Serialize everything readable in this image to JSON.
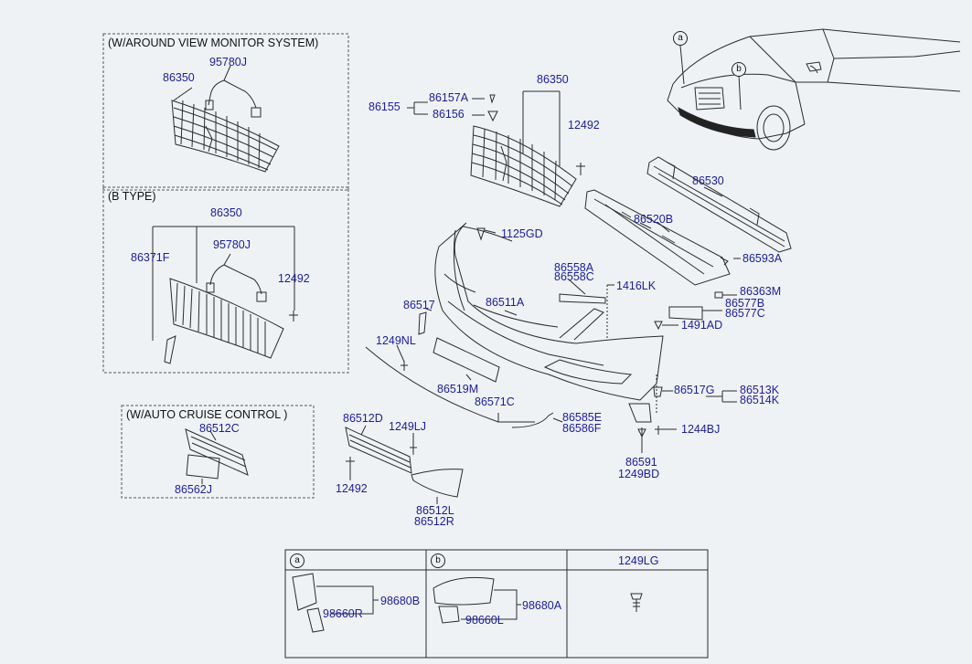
{
  "colors": {
    "label": "#1c1c9c",
    "line": "#2b2b2b",
    "background": "#eef2f5",
    "box_border": "#555555"
  },
  "boxes": {
    "avm_title": "(W/AROUND VIEW MONITOR SYSTEM)",
    "btype_title": "(B TYPE)",
    "cruise_title": "(W/AUTO CRUISE CONTROL )"
  },
  "callouts": {
    "a": "a",
    "b": "b"
  },
  "labels": {
    "avm_grille": "86350",
    "avm_wiring": "95780J",
    "bt_grille": "86350",
    "bt_moulding": "86371F",
    "bt_wiring": "95780J",
    "bt_screw": "12492",
    "emb_group": "86155",
    "emb_a": "86157A",
    "emb_b": "86156",
    "main_grille": "86350",
    "main_screw": "12492",
    "reinf": "86530",
    "absorber": "86520B",
    "bolt_gd": "1125GD",
    "bracket_a": "86558A",
    "bracket_c": "86558C",
    "clip_lk": "1416LK",
    "cover": "86511A",
    "stay_left": "86517",
    "bolt_593a": "86593A",
    "bolt_363m": "86363M",
    "brk_b": "86577B",
    "brk_c": "86577C",
    "nut_ad": "1491AD",
    "screw_nl": "1249NL",
    "lip": "86519M",
    "strip": "86571C",
    "mould_e": "86585E",
    "mould_f": "86586F",
    "stay_g": "86517G",
    "k513": "86513K",
    "k514": "86514K",
    "screw_bj": "1244BJ",
    "n591": "86591",
    "n1249bd": "1249BD",
    "lower_d": "86512D",
    "screw_lj": "1249LJ",
    "lower_screw": "12492",
    "lower_l": "86512L",
    "lower_r": "86512R",
    "cruise_grille": "86512C",
    "cruise_plate": "86562J",
    "ta_b": "98680B",
    "ta_r": "98660R",
    "tb_a": "98680A",
    "tb_l": "98660L",
    "tc_title": "1249LG"
  }
}
